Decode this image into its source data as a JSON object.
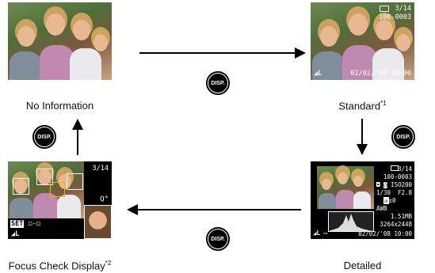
{
  "captions": {
    "no_info": "No Information",
    "standard": "Standard",
    "standard_note": "*1",
    "detailed": "Detailed",
    "focus_check": "Focus Check Display",
    "focus_note": "*2"
  },
  "button_label": "DISP.",
  "standard_osd": {
    "counter": "3/14",
    "folder": "100-0003",
    "datetime": "02/02/'08 10:00"
  },
  "detailed_osd": {
    "counter": "3/14",
    "folder": "100-0003",
    "iso": "200",
    "shutter": "1/30",
    "aperture": "F2.8",
    "exposure": "±0",
    "filesize": "1.51MB",
    "resolution": "3264x2448",
    "datetime": "02/02/'08 10:00"
  },
  "focus_osd": {
    "counter": "3/14",
    "set_label": "SET"
  }
}
